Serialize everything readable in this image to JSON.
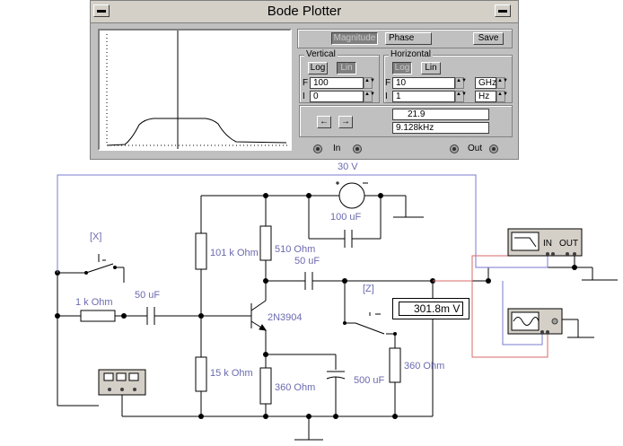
{
  "window": {
    "title": "Bode Plotter",
    "sys_left": "▬",
    "sys_right": "▬"
  },
  "mode": {
    "magnitude": "Magnitude",
    "phase": "Phase",
    "save": "Save"
  },
  "vertical": {
    "title": "Vertical",
    "log": "Log",
    "lin": "Lin",
    "f_label": "F",
    "f_value": "100",
    "i_label": "I",
    "i_value": "0"
  },
  "horizontal": {
    "title": "Horizontal",
    "log": "Log",
    "lin": "Lin",
    "f_label": "F",
    "f_value": "10",
    "f_unit": "GHz",
    "i_label": "I",
    "i_value": "1",
    "i_unit": "Hz"
  },
  "readout": {
    "value": "21.9",
    "frequency": "9.128kHz"
  },
  "nav": {
    "left": "←",
    "right": "→"
  },
  "terminals": {
    "in": "In",
    "out": "Out"
  },
  "circuit": {
    "supply": "30 V",
    "c_bypass": "100 uF",
    "r1": "101 k Ohm",
    "rc": "510  Ohm",
    "c_out": "50 uF",
    "switch_x": "[X]",
    "switch_z": "[Z]",
    "rs": "1 k Ohm",
    "c_in": "50 uF",
    "transistor": "2N3904",
    "r2": "15 k Ohm",
    "re": "360  Ohm",
    "ce": "500 uF",
    "rl": "360  Ohm",
    "voltmeter": "301.8m V",
    "bode_in": "IN",
    "bode_out": "OUT"
  },
  "colors": {
    "wire": "#000000",
    "probe_blue": "#7a7ad0",
    "probe_red": "#d86a6a",
    "component_text": "#6a6ab0"
  }
}
